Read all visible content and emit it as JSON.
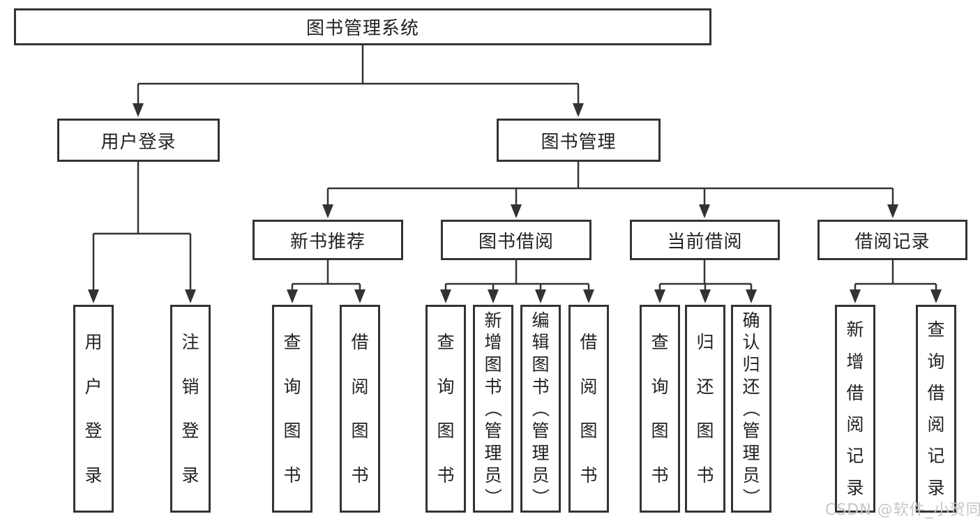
{
  "tree": {
    "root": "图书管理系统",
    "user_login": "用户登录",
    "book_mgmt": "图书管理",
    "new_book": "新书推荐",
    "borrow": "图书借阅",
    "current": "当前借阅",
    "records": "借阅记录",
    "leaves": {
      "user_login_1": "用户登录",
      "user_login_2": "注销登录",
      "new_book_1": "查询图书",
      "new_book_2": "借阅图书",
      "borrow_1": "查询图书",
      "borrow_2": "新增图书（管理员）",
      "borrow_3": "编辑图书（管理员）",
      "borrow_4": "借阅图书",
      "current_1": "查询图书",
      "current_2": "归还图书",
      "current_3": "确认归还（管理员）",
      "records_1": "新增借阅记录",
      "records_2": "查询借阅记录"
    }
  },
  "watermark": "CSDN @软件_小贺同学",
  "colors": {
    "line": "#333333",
    "text": "#222222",
    "watermark": "#c6c6c6",
    "background": "#ffffff"
  }
}
